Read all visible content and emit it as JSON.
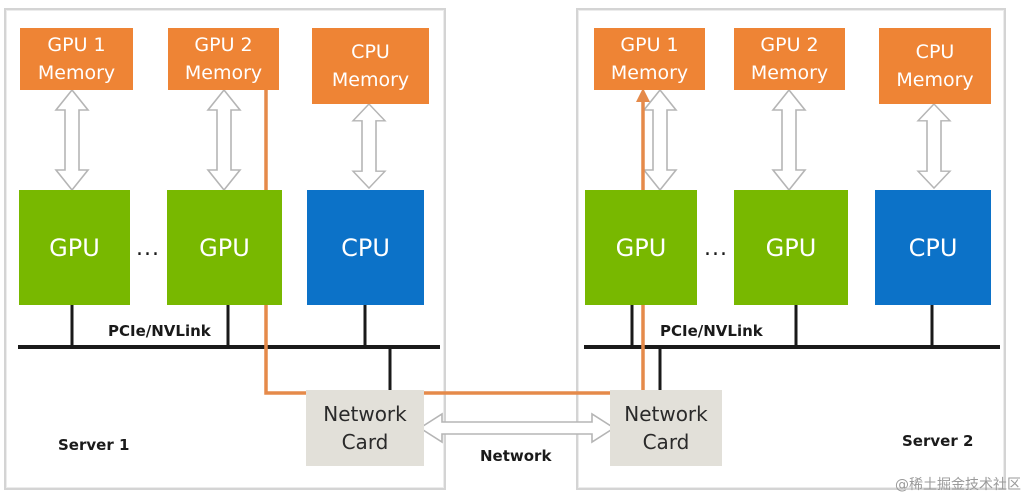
{
  "servers": [
    {
      "label": "Server 1",
      "gpu1_memory": "GPU 1\nMemory",
      "gpu2_memory": "GPU 2\nMemory",
      "cpu_memory": "CPU\nMemory",
      "gpu_a": "GPU",
      "gpu_b": "GPU",
      "cpu": "CPU",
      "ellipsis": "...",
      "bus": "PCIe/NVLink",
      "network_card": "Network\nCard"
    },
    {
      "label": "Server 2",
      "gpu1_memory": "GPU 1\nMemory",
      "gpu2_memory": "GPU 2\nMemory",
      "cpu_memory": "CPU\nMemory",
      "gpu_a": "GPU",
      "gpu_b": "GPU",
      "cpu": "CPU",
      "ellipsis": "...",
      "bus": "PCIe/NVLink",
      "network_card": "Network\nCard"
    }
  ],
  "network": "Network",
  "watermark": "@稀土掘金技术社区",
  "colors": {
    "memory": "#ee8435",
    "gpu": "#78b800",
    "cpu": "#0c72c8",
    "network_card": "#e2e0d9",
    "data_path": "#e58a4a"
  }
}
